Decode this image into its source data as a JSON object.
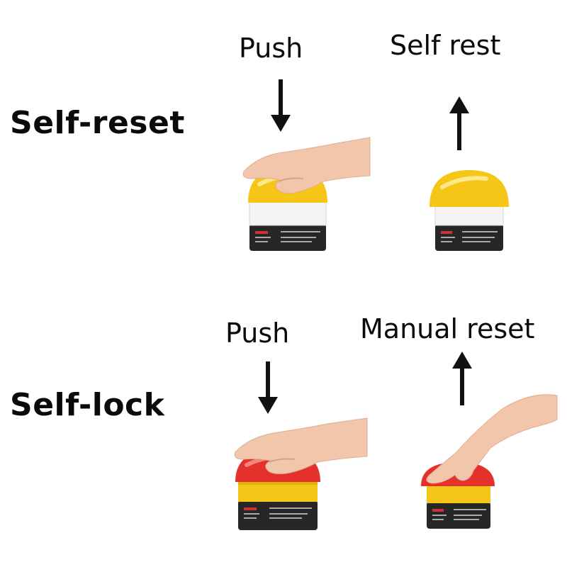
{
  "rows": [
    {
      "label": "Self-reset",
      "press_label": "Push",
      "release_label": "Self rest",
      "cap_color": "#f5c518",
      "body_color": "#f4f4f4"
    },
    {
      "label": "Self-lock",
      "press_label": "Push",
      "release_label": "Manual reset",
      "cap_color": "#e5312c",
      "body_color": "#f5c518"
    }
  ],
  "icons": {
    "press": "arrow-down-icon",
    "release": "arrow-up-icon",
    "hand": "hand-icon"
  },
  "colors": {
    "base": "#262626",
    "arrow": "#111111"
  }
}
